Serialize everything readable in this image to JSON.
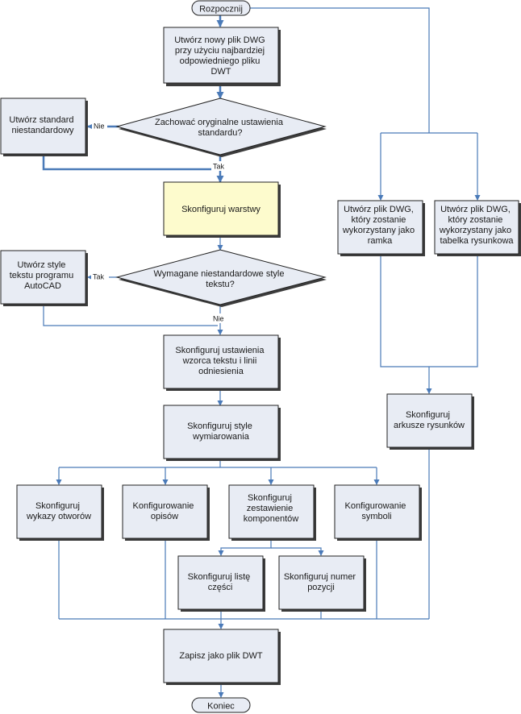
{
  "nodes": {
    "start": [
      "Rozpocznij"
    ],
    "create_dwg": [
      "Utwórz nowy plik DWG",
      "przy użyciu najbardziej",
      "odpowiedniego pliku",
      "DWT"
    ],
    "create_nonstd": [
      "Utwórz standard",
      "niestandardowy"
    ],
    "decision_keep": [
      "Zachować oryginalne ustawienia",
      "standardu?"
    ],
    "config_layers": [
      "Skonfiguruj warstwy"
    ],
    "create_text_styles": [
      "Utwórz style",
      "tekstu programu",
      "AutoCAD"
    ],
    "decision_text": [
      "Wymagane niestandardowe style",
      "tekstu?"
    ],
    "config_text_pattern": [
      "Skonfiguruj ustawienia",
      "wzorca tekstu i linii",
      "odniesienia"
    ],
    "config_dim_styles": [
      "Skonfiguruj style",
      "wymiarowania"
    ],
    "config_holes": [
      "Skonfiguruj",
      "wykazy otworów"
    ],
    "config_desc": [
      "Konfigurowanie",
      "opisów"
    ],
    "config_bom": [
      "Skonfiguruj",
      "zestawienie",
      "komponentów"
    ],
    "config_symbols": [
      "Konfigurowanie",
      "symboli"
    ],
    "config_parts": [
      "Skonfiguruj listę",
      "części"
    ],
    "config_item": [
      "Skonfiguruj numer",
      "pozycji"
    ],
    "save_dwt": [
      "Zapisz jako plik DWT"
    ],
    "end": [
      "Koniec"
    ],
    "create_frame": [
      "Utwórz plik DWG,",
      "który zostanie",
      "wykorzystany jako",
      "ramka"
    ],
    "create_titleblock": [
      "Utwórz plik DWG,",
      "który zostanie",
      "wykorzystany jako",
      "tabelka rysunkowa"
    ],
    "config_sheets": [
      "Skonfiguruj",
      "arkusze rysunków"
    ]
  },
  "labels": {
    "nie_1": "Nie",
    "tak_1": "Tak",
    "tak_2": "Tak",
    "nie_2": "Nie"
  },
  "colors": {
    "box_fill": "#e8ecf4",
    "highlight_fill": "#fdfbcd",
    "border": "#222222",
    "line": "#4a7ab8",
    "shadow": "#3c3c3c"
  }
}
